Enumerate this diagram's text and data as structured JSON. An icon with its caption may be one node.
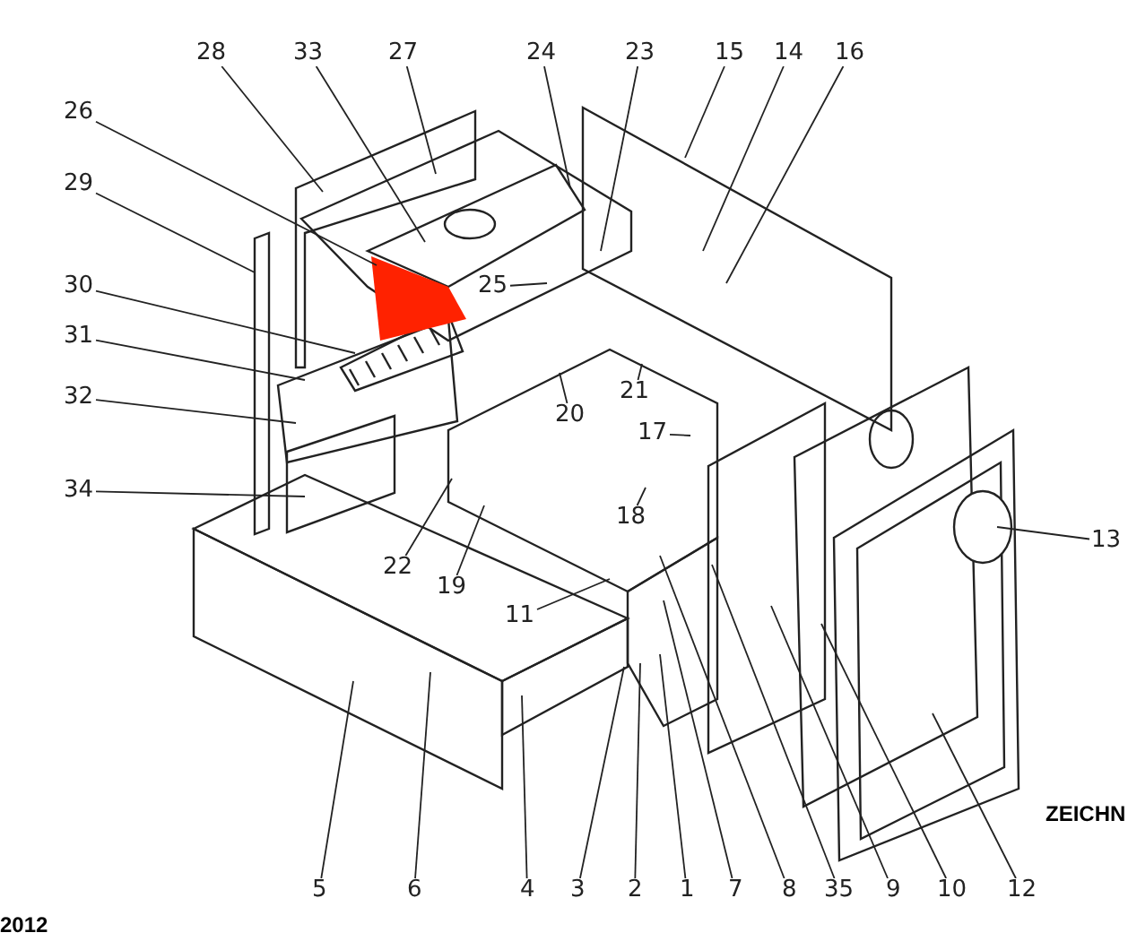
{
  "diagram": {
    "nodes": [
      {
        "text": [
          "28"
        ]
      },
      {
        "text": [
          "33"
        ]
      },
      {
        "text": [
          "27"
        ]
      },
      {
        "text": [
          "24"
        ]
      },
      {
        "text": [
          "23"
        ]
      },
      {
        "text": [
          "15"
        ]
      },
      {
        "text": [
          "14"
        ]
      },
      {
        "text": [
          "16"
        ]
      },
      {
        "text": [
          "26"
        ]
      },
      {
        "text": [
          "29"
        ]
      },
      {
        "text": [
          "25"
        ]
      },
      {
        "text": [
          "30"
        ]
      },
      {
        "text": [
          "31"
        ]
      },
      {
        "text": [
          "20"
        ]
      },
      {
        "text": [
          "21"
        ]
      },
      {
        "text": [
          "32"
        ]
      },
      {
        "text": [
          "17"
        ]
      },
      {
        "text": [
          "34"
        ]
      },
      {
        "text": [
          "18"
        ]
      },
      {
        "text": [
          "13"
        ]
      },
      {
        "text": [
          "22"
        ]
      },
      {
        "text": [
          "19"
        ]
      },
      {
        "text": [
          "11"
        ]
      },
      {
        "text": [
          "5"
        ]
      },
      {
        "text": [
          "6"
        ]
      },
      {
        "text": [
          "4"
        ]
      },
      {
        "text": [
          "3"
        ]
      },
      {
        "text": [
          "2"
        ]
      },
      {
        "text": [
          "1"
        ]
      },
      {
        "text": [
          "7"
        ]
      },
      {
        "text": [
          "8"
        ]
      },
      {
        "text": [
          "35"
        ]
      },
      {
        "text": [
          "9"
        ]
      },
      {
        "text": [
          "10"
        ]
      },
      {
        "text": [
          "12"
        ]
      }
    ],
    "edges": [
      {
        "from": 0,
        "to": null,
        "arrow": "none"
      },
      {
        "from": 1,
        "to": null,
        "arrow": "none"
      },
      {
        "from": 2,
        "to": null,
        "arrow": "none"
      },
      {
        "from": 3,
        "to": null,
        "arrow": "none"
      },
      {
        "from": 4,
        "to": null,
        "arrow": "none"
      },
      {
        "from": 5,
        "to": null,
        "arrow": "none"
      },
      {
        "from": 6,
        "to": null,
        "arrow": "none"
      },
      {
        "from": 7,
        "to": null,
        "arrow": "none"
      },
      {
        "from": 8,
        "to": null,
        "arrow": "none"
      },
      {
        "from": 9,
        "to": null,
        "arrow": "none"
      },
      {
        "from": 10,
        "to": null,
        "arrow": "none"
      },
      {
        "from": 11,
        "to": null,
        "arrow": "none"
      },
      {
        "from": 12,
        "to": null,
        "arrow": "none"
      },
      {
        "from": 13,
        "to": null,
        "arrow": "none"
      },
      {
        "from": 14,
        "to": null,
        "arrow": "none"
      },
      {
        "from": 15,
        "to": null,
        "arrow": "none"
      },
      {
        "from": 16,
        "to": null,
        "arrow": "none"
      },
      {
        "from": 17,
        "to": null,
        "arrow": "none"
      },
      {
        "from": 18,
        "to": null,
        "arrow": "none"
      },
      {
        "from": 19,
        "to": null,
        "arrow": "none"
      },
      {
        "from": 20,
        "to": null,
        "arrow": "none"
      },
      {
        "from": 21,
        "to": null,
        "arrow": "none"
      },
      {
        "from": 22,
        "to": null,
        "arrow": "none"
      },
      {
        "from": 23,
        "to": null,
        "arrow": "none"
      },
      {
        "from": 24,
        "to": null,
        "arrow": "none"
      },
      {
        "from": 25,
        "to": null,
        "arrow": "none"
      },
      {
        "from": 26,
        "to": null,
        "arrow": "none"
      },
      {
        "from": 27,
        "to": null,
        "arrow": "none"
      },
      {
        "from": 28,
        "to": null,
        "arrow": "none"
      },
      {
        "from": 29,
        "to": null,
        "arrow": "none"
      },
      {
        "from": 30,
        "to": null,
        "arrow": "none"
      },
      {
        "from": 31,
        "to": null,
        "arrow": "none"
      },
      {
        "from": 32,
        "to": null,
        "arrow": "none"
      },
      {
        "from": 33,
        "to": null,
        "arrow": "none"
      },
      {
        "from": 34,
        "to": null,
        "arrow": "none"
      }
    ],
    "labels": [
      "ZEICHN",
      "2012"
    ]
  }
}
